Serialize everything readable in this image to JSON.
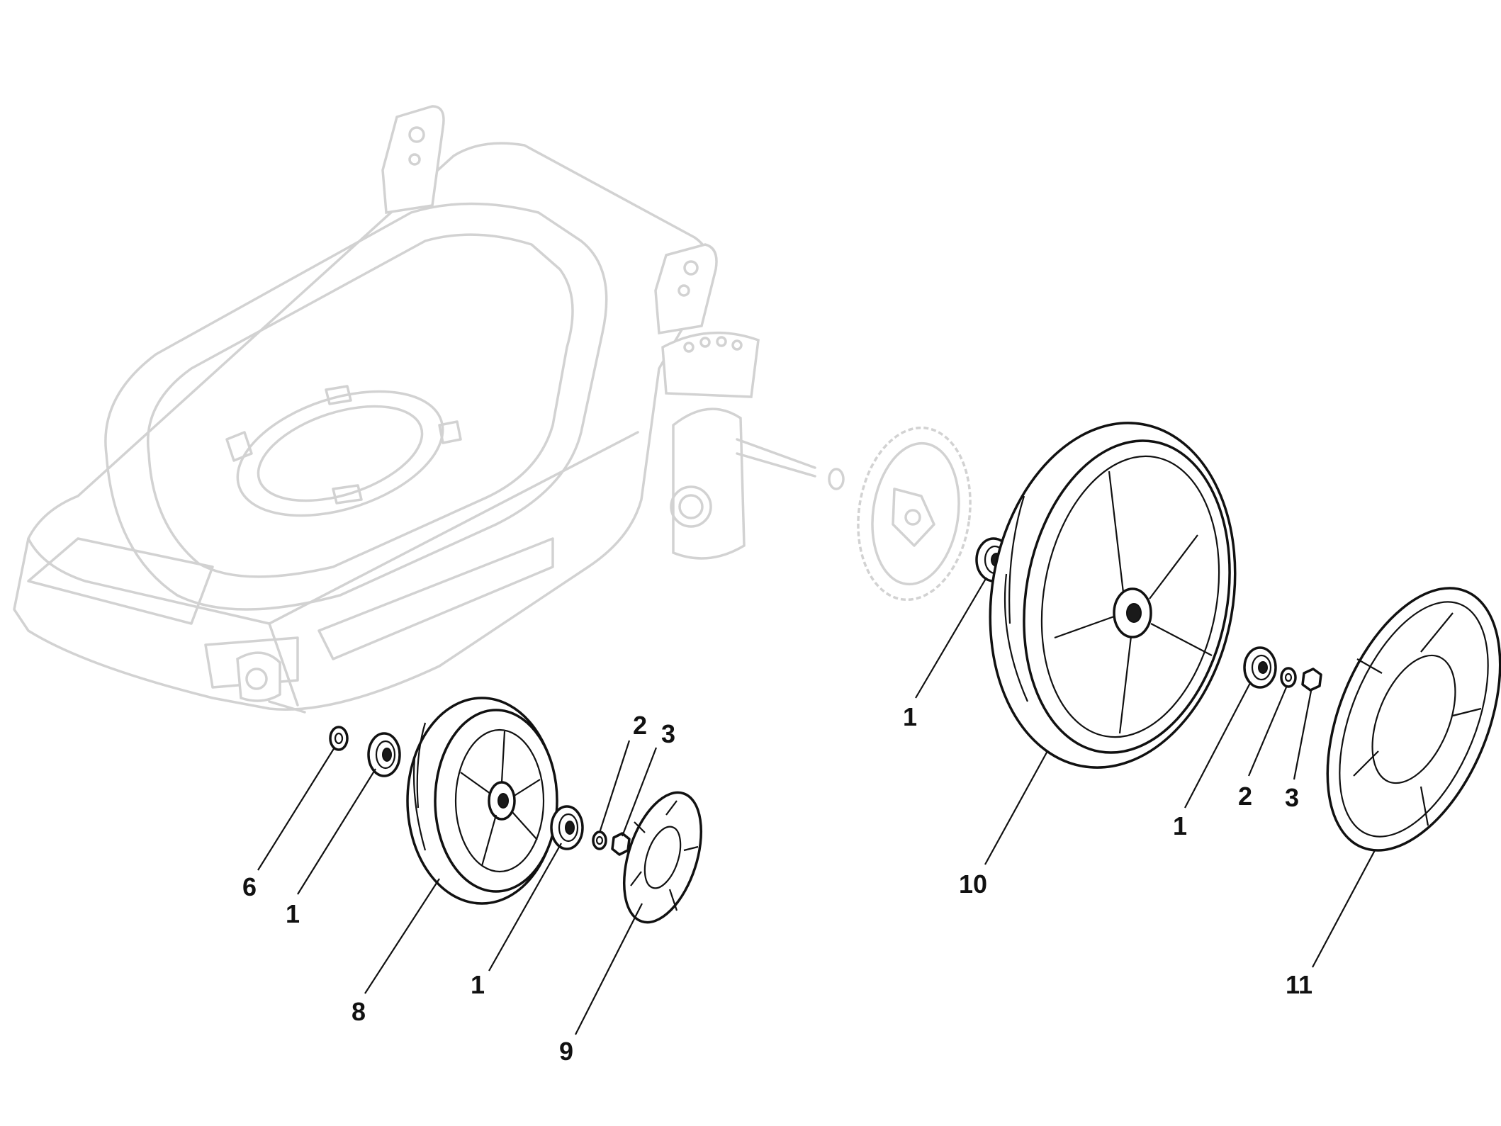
{
  "diagram": {
    "callouts": [
      {
        "id": "c-6",
        "label": "6"
      },
      {
        "id": "c-1a",
        "label": "1"
      },
      {
        "id": "c-8",
        "label": "8"
      },
      {
        "id": "c-1b",
        "label": "1"
      },
      {
        "id": "c-2a",
        "label": "2"
      },
      {
        "id": "c-3a",
        "label": "3"
      },
      {
        "id": "c-9",
        "label": "9"
      },
      {
        "id": "c-1c",
        "label": "1"
      },
      {
        "id": "c-10",
        "label": "10"
      },
      {
        "id": "c-1d",
        "label": "1"
      },
      {
        "id": "c-2b",
        "label": "2"
      },
      {
        "id": "c-3b",
        "label": "3"
      },
      {
        "id": "c-11",
        "label": "11"
      }
    ],
    "colors": {
      "ink": "#111111",
      "ghost": "#d2d2d2",
      "background": "#ffffff"
    }
  }
}
